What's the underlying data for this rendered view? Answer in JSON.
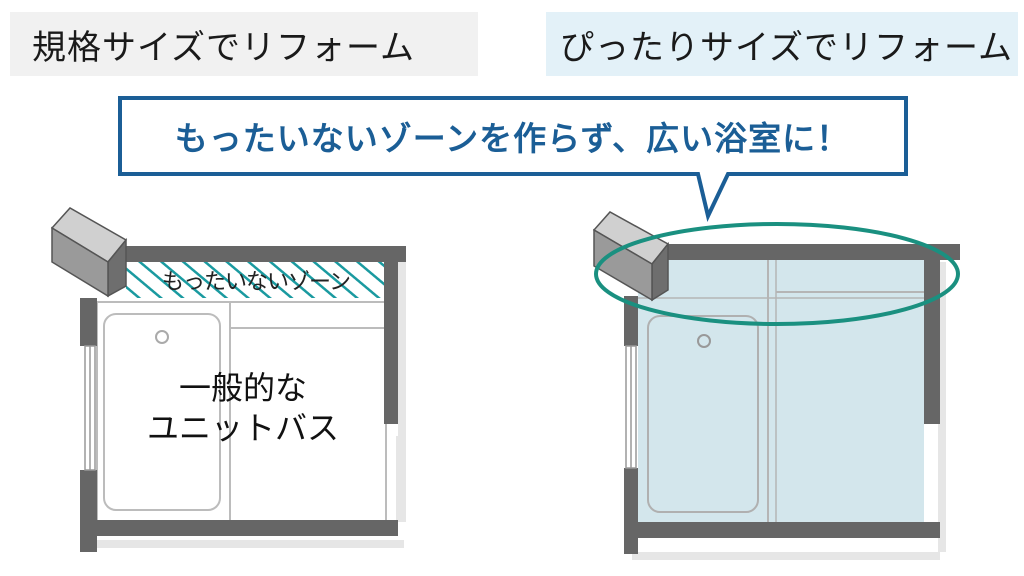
{
  "labels": {
    "standard_size": "規格サイズでリフォーム",
    "perfect_size": "ぴったりサイズでリフォーム"
  },
  "callout": {
    "message": "もったいないゾーンを作らず、広い浴室に！",
    "color": "#1b5e96"
  },
  "left_plan": {
    "wasted_zone_label": "もったいないゾーン",
    "unit_label_line1": "一般的な",
    "unit_label_line2": "ユニットバス",
    "hatch_color": "#1a9aa0"
  },
  "right_plan": {
    "floor_color": "#d3e6ec",
    "highlight_color": "#1a9080"
  }
}
